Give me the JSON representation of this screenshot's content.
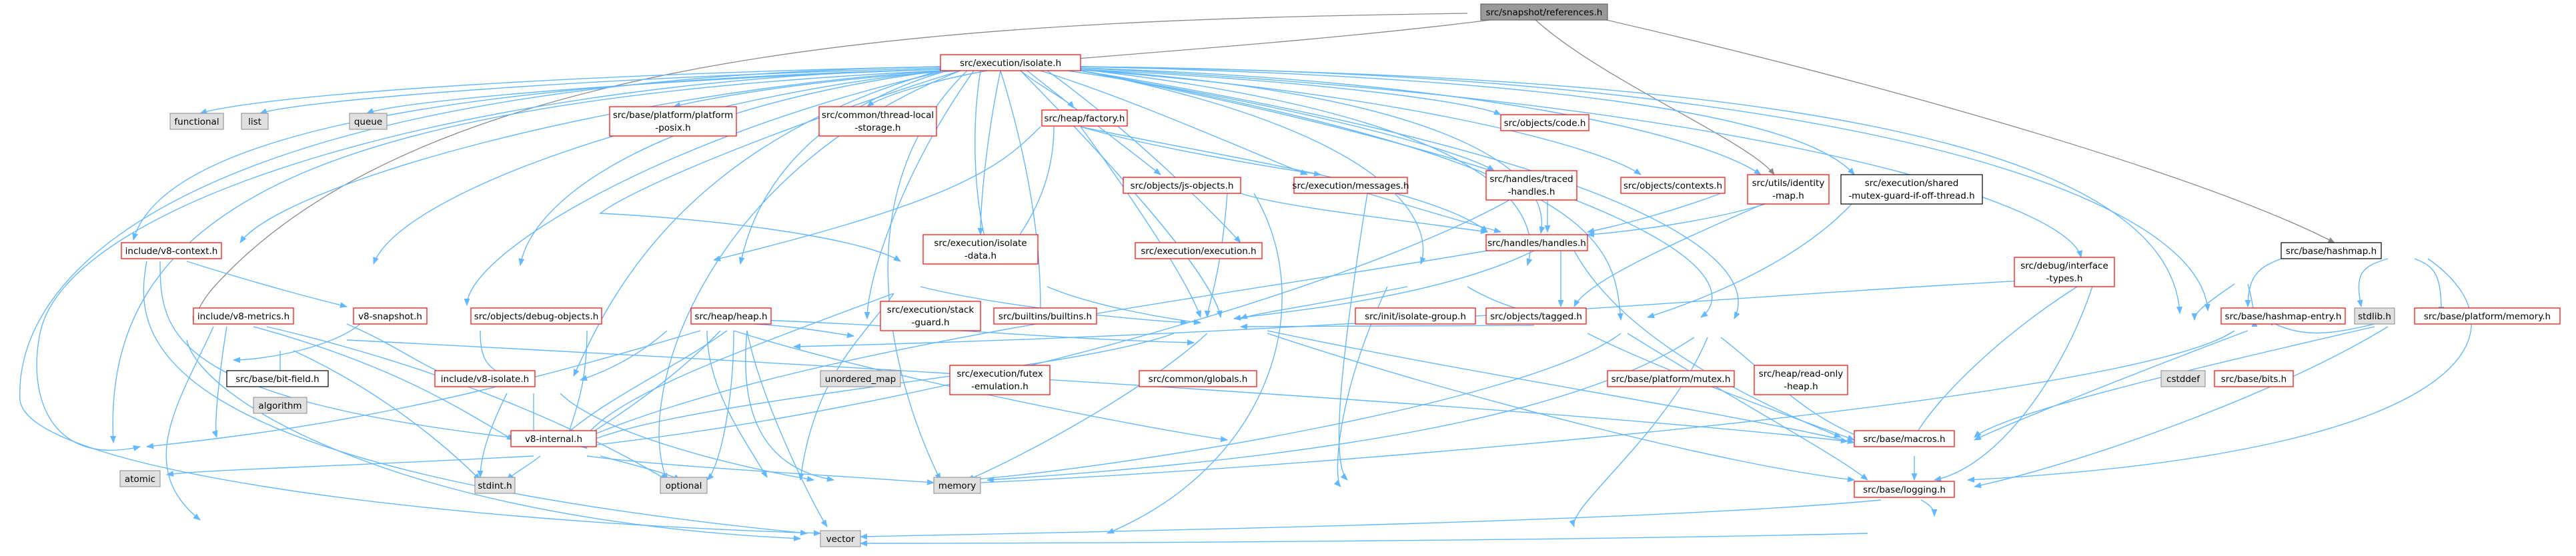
{
  "colors": {
    "root_fill": "#999999",
    "root_border": "#666666",
    "red_border": "#ff0000",
    "black_border": "#000000",
    "gray_fill": "#e0e0e0",
    "gray_border": "#999999",
    "node_fill": "#ffffff",
    "edge": "#63b8ff",
    "red_text": "#b20000"
  },
  "nodes": {
    "snapshot_references": "src/snapshot/references.h",
    "isolate": "src/execution/isolate.h",
    "functional": "functional",
    "list": "list",
    "queue": "queue",
    "platform_posix_1": "src/base/platform/platform",
    "platform_posix_2": "-posix.h",
    "thread_local_1": "src/common/thread-local",
    "thread_local_2": "-storage.h",
    "heap_factory": "src/heap/factory.h",
    "objects_code": "src/objects/code.h",
    "utils_identity_1": "src/utils/identity",
    "utils_identity_2": "-map.h",
    "shared_mutex_1": "src/execution/shared",
    "shared_mutex_2": "-mutex-guard-if-off-thread.h",
    "include_v8_context": "include/v8-context.h",
    "execution_messages": "src/execution/messages.h",
    "handles_traced_1": "src/handles/traced",
    "handles_traced_2": "-handles.h",
    "objects_contexts": "src/objects/contexts.h",
    "objects_js_objects": "src/objects/js-objects.h",
    "handles_handles": "src/handles/handles.h",
    "isolate_data_1": "src/execution/isolate",
    "isolate_data_2": "-data.h",
    "execution_execution": "src/execution/execution.h",
    "base_hashmap": "src/base/hashmap.h",
    "include_v8_metrics": "include/v8-metrics.h",
    "v8_snapshot": "v8-snapshot.h",
    "objects_debug_objects": "src/objects/debug-objects.h",
    "heap_heap": "src/heap/heap.h",
    "execution_stack_guard_1": "src/execution/stack",
    "execution_stack_guard_2": "-guard.h",
    "builtins_builtins": "src/builtins/builtins.h",
    "init_isolate_group": "src/init/isolate-group.h",
    "objects_tagged": "src/objects/tagged.h",
    "debug_interface_1": "src/debug/interface",
    "debug_interface_2": "-types.h",
    "hashmap_entry": "src/base/hashmap-entry.h",
    "stdlib_h": "stdlib.h",
    "platform_memory": "src/base/platform/memory.h",
    "include_v8_isolate": "include/v8-isolate.h",
    "unordered_map": "unordered_map",
    "execution_futex_1": "src/execution/futex",
    "execution_futex_2": "-emulation.h",
    "common_globals": "src/common/globals.h",
    "platform_mutex": "src/base/platform/mutex.h",
    "heap_read_only_1": "src/heap/read-only",
    "heap_read_only_2": "-heap.h",
    "cstddef": "cstddef",
    "base_bits": "src/base/bits.h",
    "base_bit_field": "src/base/bit-field.h",
    "algorithm": "algorithm",
    "v8_internal": "v8-internal.h",
    "base_macros": "src/base/macros.h",
    "atomic": "atomic",
    "stdint_h": "stdint.h",
    "optional": "optional",
    "memory": "memory",
    "base_logging": "src/base/logging.h",
    "vector": "vector"
  }
}
